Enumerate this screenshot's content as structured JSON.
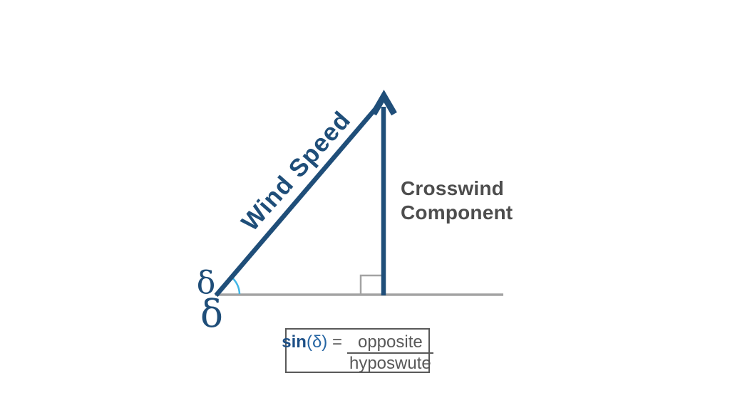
{
  "diagram": {
    "wind_speed_label": "Wind Speed",
    "crosswind_label_line1": "Crosswind",
    "crosswind_label_line2": "Component",
    "angle_delta_upper": "δ",
    "angle_delta_lower": "δ"
  },
  "formula": {
    "sin": "sin",
    "angle_paren": "(δ)",
    "equals": "=",
    "numerator": "opposite",
    "denominator": "hyposwute"
  },
  "colors": {
    "navy": "#1f4e79",
    "formula_blue": "#2565a3",
    "arc_blue": "#41b6e6",
    "line_gray": "#a3a3a3",
    "text_gray": "#4d4d4d"
  }
}
